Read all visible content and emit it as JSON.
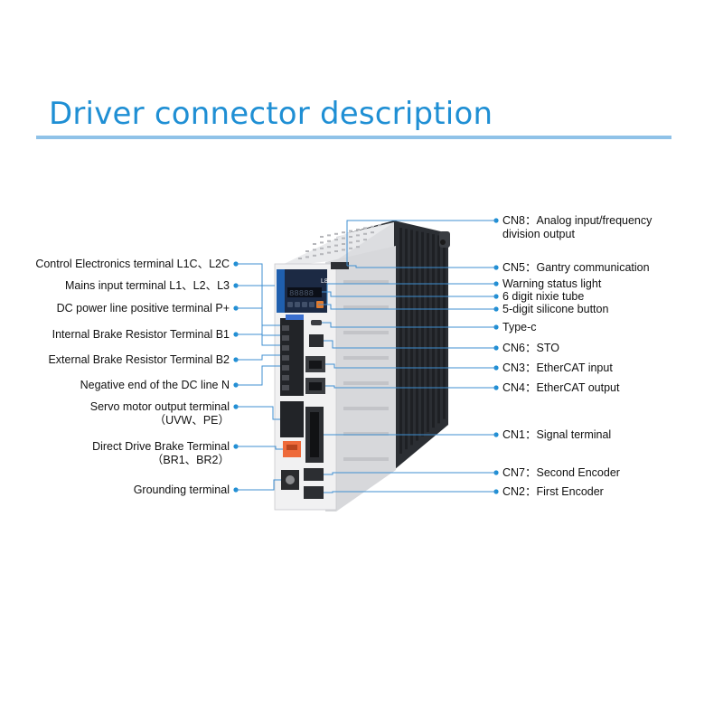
{
  "title": "Driver connector description",
  "colors": {
    "accent": "#1f8fd4",
    "rule": "#8fc2e8",
    "leader": "#3f8fd2"
  },
  "device": {
    "display_tag": "L8",
    "panel_digits": "88888"
  },
  "left_labels": [
    {
      "lines": [
        "Control Electronics terminal L1C、L2C"
      ]
    },
    {
      "lines": [
        "Mains input terminal L1、L2、L3"
      ]
    },
    {
      "lines": [
        "DC power line positive terminal P+"
      ]
    },
    {
      "lines": [
        "Internal Brake Resistor Terminal B1"
      ]
    },
    {
      "lines": [
        "External Brake Resistor Terminal B2"
      ]
    },
    {
      "lines": [
        "Negative end of the DC line N"
      ]
    },
    {
      "lines": [
        "Servo motor output terminal",
        "（UVW、PE）"
      ]
    },
    {
      "lines": [
        "Direct Drive Brake Terminal",
        "（BR1、BR2）"
      ]
    },
    {
      "lines": [
        "Grounding terminal"
      ]
    }
  ],
  "right_labels": [
    {
      "lines": [
        "CN8：Analog input/frequency",
        "division output"
      ]
    },
    {
      "lines": [
        "CN5：Gantry communication"
      ]
    },
    {
      "lines": [
        "Warning status light"
      ]
    },
    {
      "lines": [
        "6 digit nixie tube"
      ]
    },
    {
      "lines": [
        "5-digit silicone button"
      ]
    },
    {
      "lines": [
        "Type-c"
      ]
    },
    {
      "lines": [
        "CN6：STO"
      ]
    },
    {
      "lines": [
        "CN3：EtherCAT input"
      ]
    },
    {
      "lines": [
        "CN4：EtherCAT output"
      ]
    },
    {
      "lines": [
        "CN1：Signal terminal"
      ]
    },
    {
      "lines": [
        "CN7：Second Encoder"
      ]
    },
    {
      "lines": [
        "CN2：First Encoder"
      ]
    }
  ]
}
